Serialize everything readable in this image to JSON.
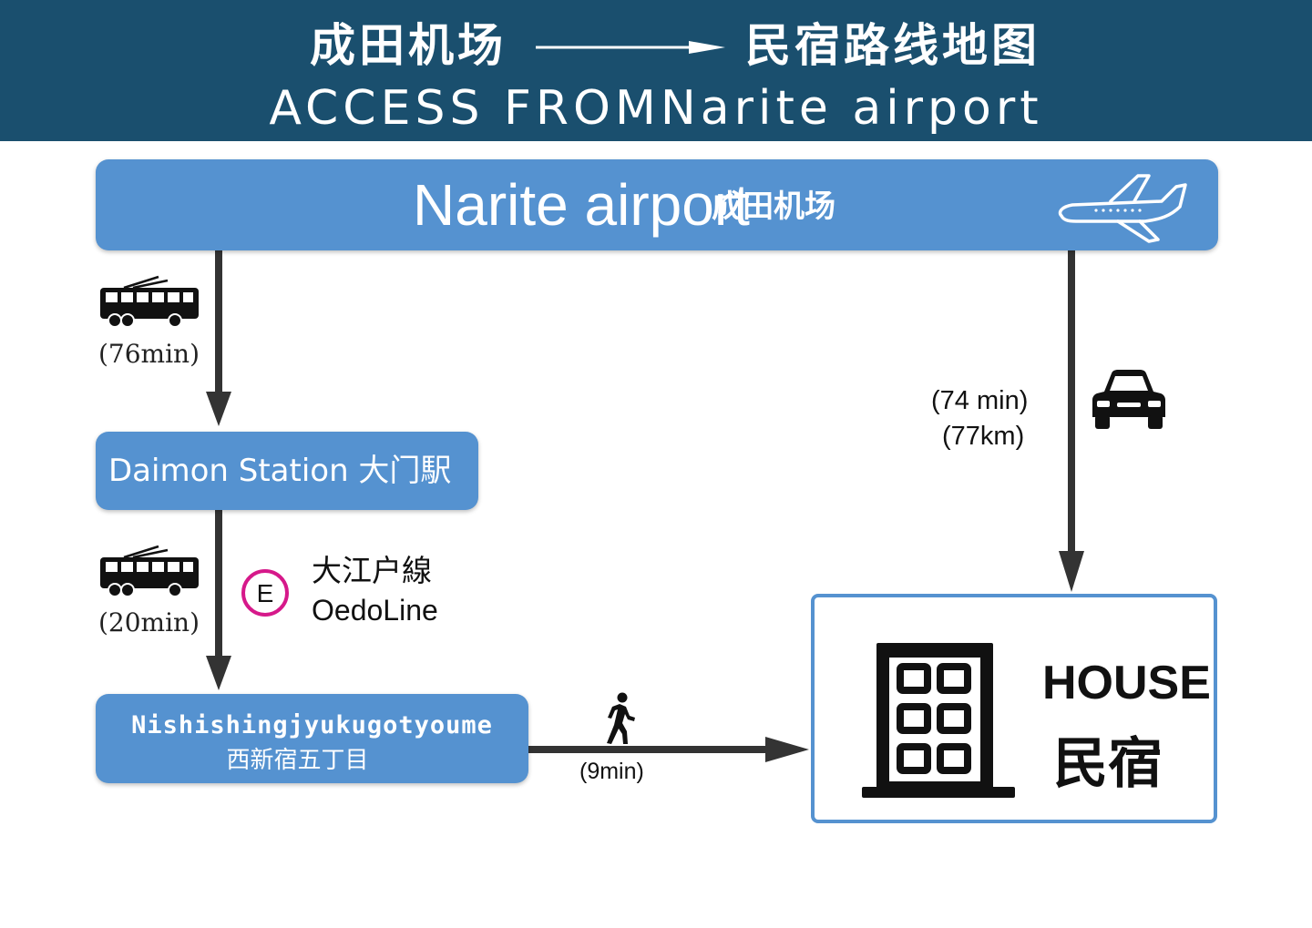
{
  "header": {
    "from_cn": "成田机场",
    "to_cn": "民宿路线地图",
    "subtitle": "ACCESS FROMNarite airport"
  },
  "airport": {
    "name_en": "Narite airport",
    "name_cn": "成田机场",
    "icon": "airplane-icon"
  },
  "daimon": {
    "label": "Daimon Station  大门駅"
  },
  "nishi": {
    "name_en": "Nishishingjyukugotyoume",
    "name_cn": "西新宿五丁目"
  },
  "house": {
    "name_en": "HOUSE",
    "name_cn": "民宿",
    "icon": "building-icon"
  },
  "routes": {
    "bus1": {
      "icon": "bus-icon",
      "time": "(76min)"
    },
    "bus2": {
      "icon": "bus-icon",
      "time": "(20min)"
    },
    "oedo": {
      "badge": "E",
      "name_cn": "大江户線",
      "name_en": "OedoLine"
    },
    "car": {
      "icon": "car-icon",
      "time": "(74 min)",
      "distance": "(77km)"
    },
    "walk": {
      "icon": "walking-person-icon",
      "time": "(9min)"
    }
  },
  "colors": {
    "header_bg": "#1a4f6e",
    "box_fill": "#5592d0",
    "line_badge": "#d6198a",
    "arrow": "#333333"
  }
}
